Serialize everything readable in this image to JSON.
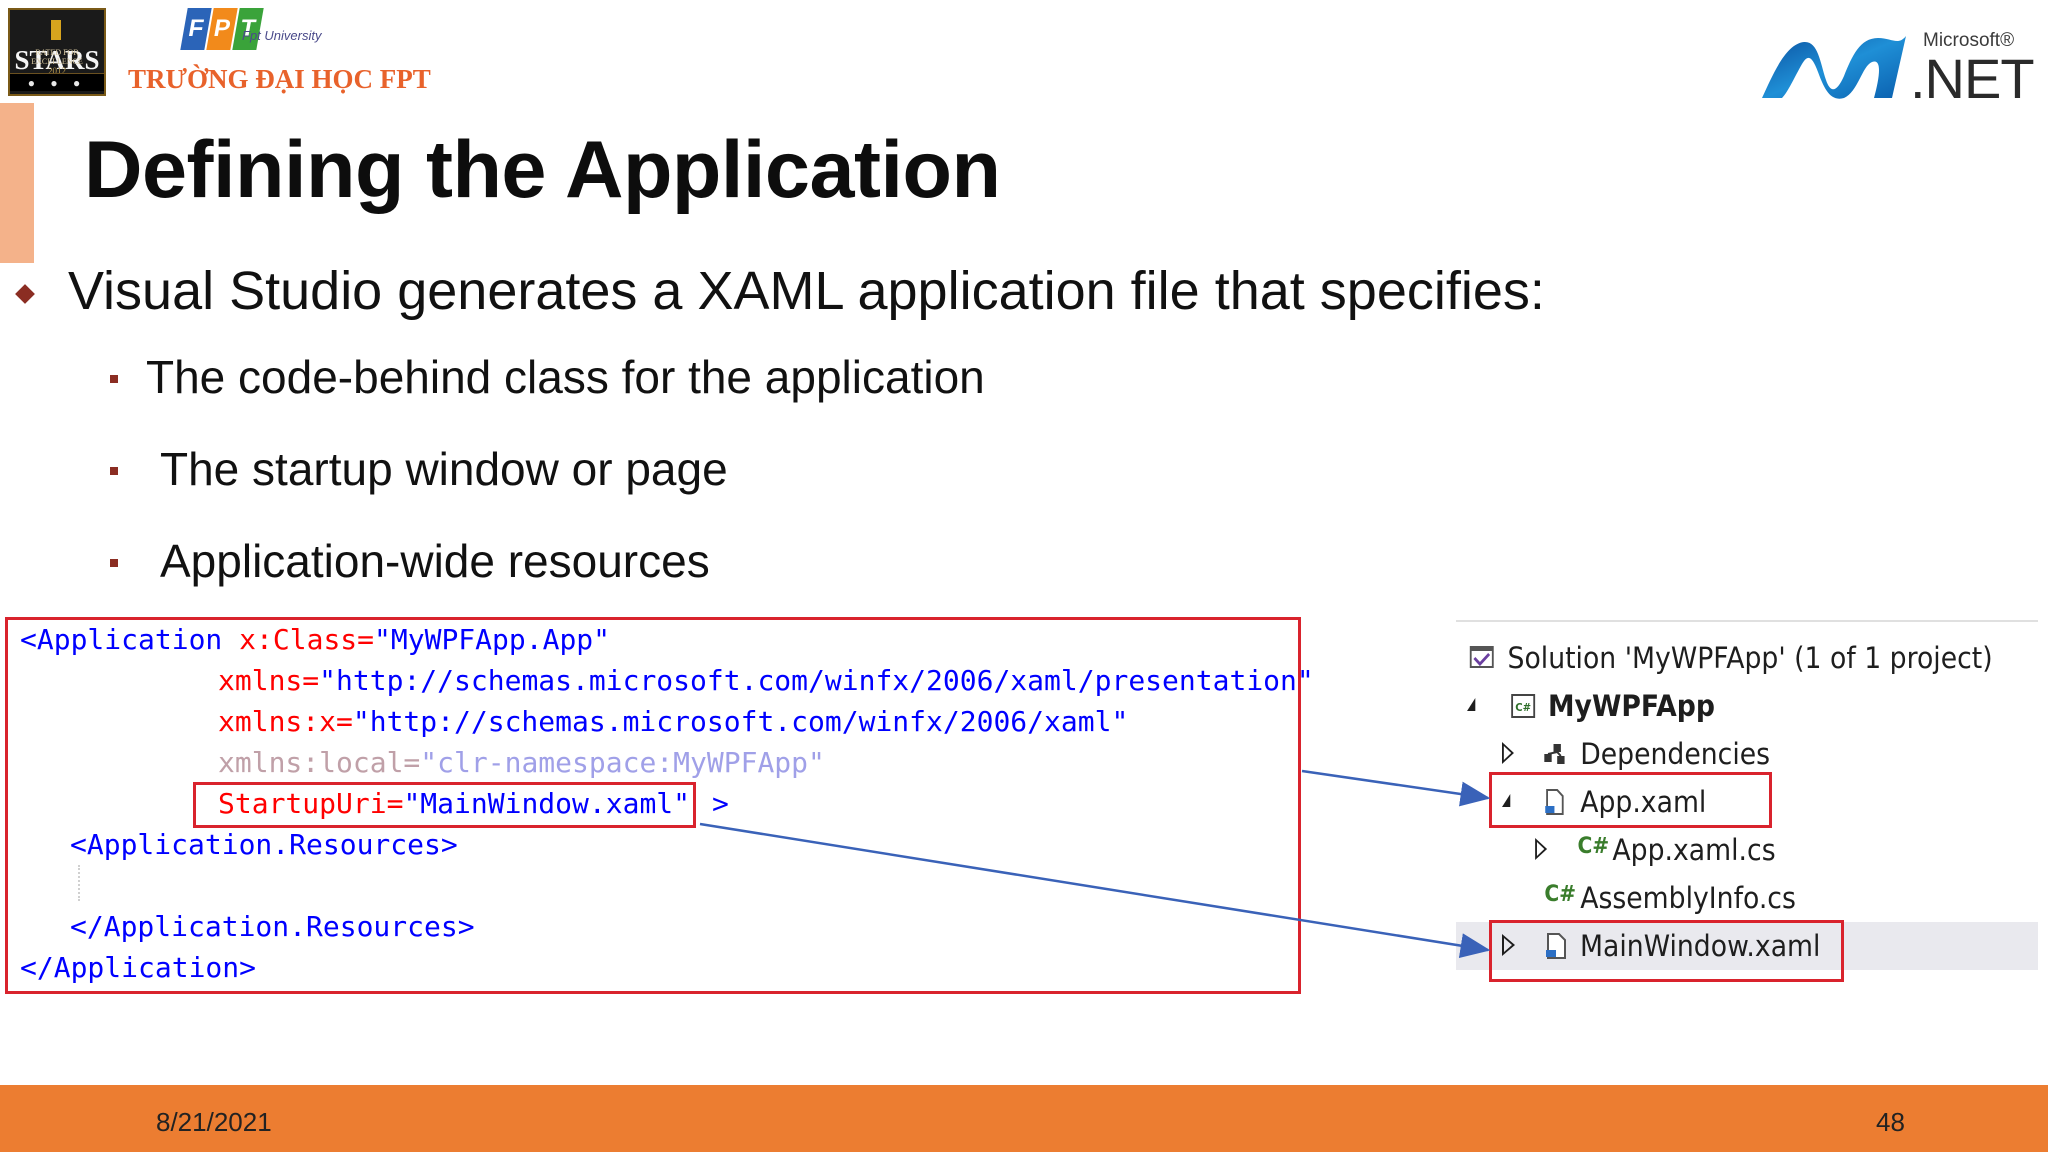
{
  "logos": {
    "stars": {
      "word": "STARS",
      "tagline": "RATED FOR EXCELLENCE",
      "year": "2012",
      "dots": "● ● ●"
    },
    "fpt": {
      "letters": [
        "F",
        "P",
        "T"
      ],
      "university": "Fpt University",
      "school": "TRƯỜNG ĐẠI HỌC FPT"
    },
    "dotnet": {
      "microsoft": "Microsoft®",
      "net": ".NET"
    }
  },
  "slide": {
    "title": "Defining the Application",
    "bullet": "Visual Studio generates a XAML application file that specifies:",
    "sub_bullets": [
      "The code-behind class for the application",
      "The startup window or page",
      "Application-wide resources"
    ]
  },
  "code": {
    "lines": [
      {
        "tag": "<Application",
        "attr": " x:Class=",
        "val": "\"MyWPFApp.App\""
      },
      {
        "attr": "xmlns=",
        "val": "\"http://schemas.microsoft.com/winfx/2006/xaml/presentation\""
      },
      {
        "attr": "xmlns:x=",
        "val": "\"http://schemas.microsoft.com/winfx/2006/xaml\""
      },
      {
        "attr": "xmlns:local=",
        "val": "\"clr-namespace:MyWPFApp\""
      },
      {
        "attr": "StartupUri=",
        "val": "\"MainWindow.xaml\"",
        "tail": ">"
      },
      {
        "tag": "<Application.Resources>"
      },
      {
        "tag": "</Application.Resources>"
      },
      {
        "tag": "</Application>"
      }
    ]
  },
  "solution_explorer": {
    "solution": "Solution 'MyWPFApp' (1 of 1 project)",
    "project": "MyWPFApp",
    "items": [
      {
        "label": "Dependencies"
      },
      {
        "label": "App.xaml"
      },
      {
        "label": "App.xaml.cs",
        "badge": "C#"
      },
      {
        "label": "AssemblyInfo.cs",
        "badge": "C#"
      },
      {
        "label": "MainWindow.xaml"
      }
    ]
  },
  "footer": {
    "date": "8/21/2021",
    "page": "48"
  },
  "colors": {
    "accent_orange": "#ec7d31",
    "accent_bar": "#f4b28a",
    "highlight_red": "#d9232d",
    "arrow_blue": "#3a62b8",
    "bullet_marker": "#8b2d22"
  }
}
